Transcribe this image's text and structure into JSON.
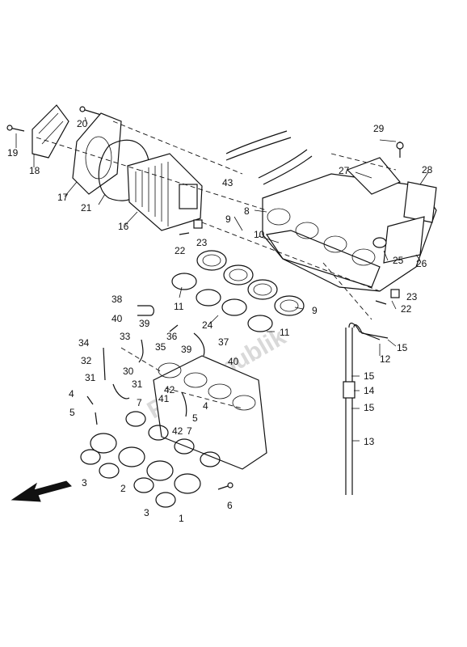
{
  "watermark": "Partsrepublik",
  "callouts": [
    "1",
    "2",
    "3",
    "3",
    "4",
    "4",
    "5",
    "5",
    "6",
    "7",
    "7",
    "8",
    "9",
    "9",
    "10",
    "11",
    "11",
    "12",
    "13",
    "14",
    "15",
    "15",
    "15",
    "16",
    "17",
    "18",
    "19",
    "20",
    "21",
    "22",
    "22",
    "23",
    "23",
    "24",
    "25",
    "26",
    "27",
    "28",
    "29",
    "30",
    "31",
    "31",
    "32",
    "33",
    "34",
    "35",
    "36",
    "37",
    "38",
    "39",
    "39",
    "40",
    "40",
    "41",
    "42",
    "42",
    "43"
  ]
}
